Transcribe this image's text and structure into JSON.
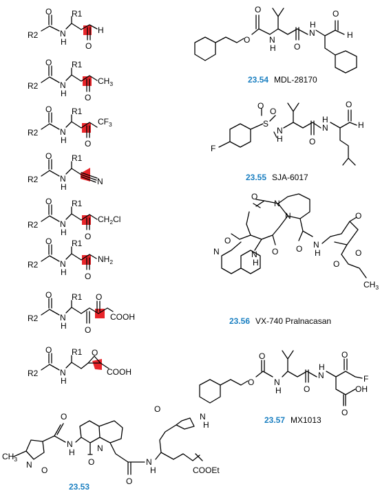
{
  "atoms": {
    "R1": "R1",
    "R2": "R2",
    "NH": "N",
    "H": "H",
    "O": "O",
    "N": "N",
    "CH3": "CH",
    "CF3": "CF",
    "CH2Cl": "CH",
    "Cl": "Cl",
    "NH2": "NH",
    "COOH": "COOH",
    "COOEt": "COOEt",
    "F": "F",
    "S": "S",
    "OH": "OH",
    "sub2": "2",
    "sub3": "3"
  },
  "compounds": [
    {
      "id": "23.53",
      "name": ""
    },
    {
      "id": "23.54",
      "name": "MDL-28170"
    },
    {
      "id": "23.55",
      "name": "SJA-6017"
    },
    {
      "id": "23.56",
      "name": "VX-740 Pralnacasan"
    },
    {
      "id": "23.57",
      "name": "MX1013"
    }
  ],
  "colors": {
    "highlight": "#e8252a",
    "caption_id": "#1a7fc1",
    "bond": "#000000"
  }
}
